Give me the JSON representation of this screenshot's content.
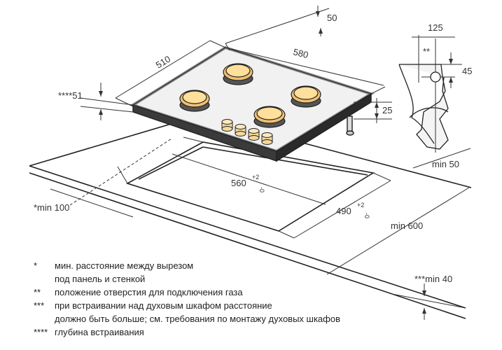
{
  "dimensions": {
    "top_clearance": "50",
    "hob_depth": "510",
    "hob_width": "580",
    "embed_depth": "****51",
    "hob_height": "25",
    "cutout_width": "560",
    "cutout_width_tol_top": "+2",
    "cutout_width_tol_bottom": "-0",
    "cutout_depth": "490",
    "cutout_depth_tol_top": "+2",
    "cutout_depth_tol_bottom": "-0",
    "min_wall_side": "*min 100",
    "min_back": "min 50",
    "min_counter_depth": "min 600",
    "min_below": "***min 40"
  },
  "gas_detail": {
    "width": "125",
    "marker": "**",
    "offset": "45"
  },
  "notes": [
    {
      "mark": "*",
      "text": "мин. расстояние между вырезом"
    },
    {
      "mark": "",
      "text": "под панель и стенкой"
    },
    {
      "mark": "**",
      "text": "положение отверстия для подключения газа"
    },
    {
      "mark": "***",
      "text": "при встраивании над духовым шкафом расстояние"
    },
    {
      "mark": "",
      "text": "должно быть больше; см. требования по монтажу духовых шкафов"
    },
    {
      "mark": "****",
      "text": "глубина встраивания"
    }
  ]
}
